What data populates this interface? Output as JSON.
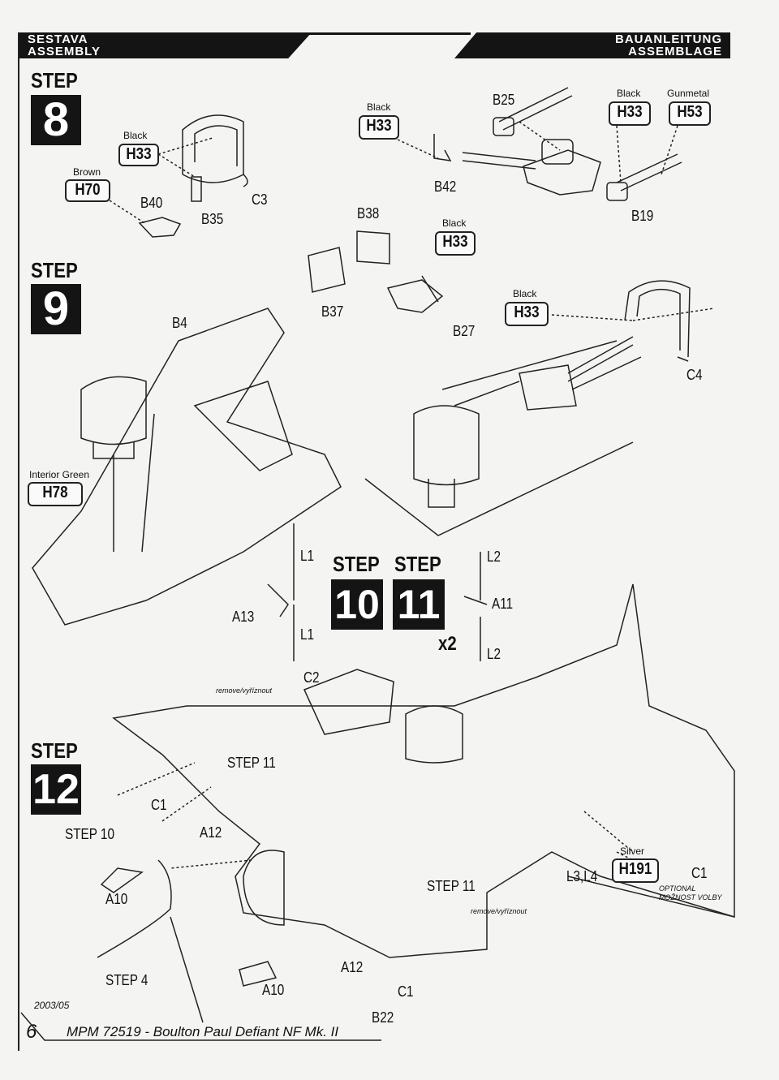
{
  "header": {
    "left_line1": "SESTAVA",
    "left_line2": "ASSEMBLY",
    "right_line1": "BAUANLEITUNG",
    "right_line2": "ASSEMBLAGE"
  },
  "steps": {
    "step8": {
      "label": "STEP",
      "number": "8"
    },
    "step9": {
      "label": "STEP",
      "number": "9"
    },
    "step10": {
      "label": "STEP",
      "number": "10"
    },
    "step11": {
      "label": "STEP",
      "number": "11"
    },
    "step12": {
      "label": "STEP",
      "number": "12"
    }
  },
  "colors": {
    "black_h33": {
      "name": "Black",
      "code": "H33"
    },
    "brown_h70": {
      "name": "Brown",
      "code": "H70"
    },
    "gunmetal_h53": {
      "name": "Gunmetal",
      "code": "H53"
    },
    "interior_green_h78": {
      "name": "Interior Green",
      "code": "H78"
    },
    "silver_h191": {
      "name": "Silver",
      "code": "H191"
    }
  },
  "parts": {
    "c3": "C3",
    "b35": "B35",
    "b40": "B40",
    "b25": "B25",
    "b42": "B42",
    "b19": "B19",
    "b38": "B38",
    "b37": "B37",
    "b27": "B27",
    "b4": "B4",
    "c4": "C4",
    "l1_top": "L1",
    "l1_bottom": "L1",
    "a13": "A13",
    "l2_top": "L2",
    "l2_bottom": "L2",
    "a11": "A11",
    "x2": "x2",
    "c2": "C2",
    "c1_left": "C1",
    "a12_left": "A12",
    "a10_left": "A10",
    "a10_bottom": "A10",
    "a12_bottom": "A12",
    "c1_bottom": "C1",
    "b22": "B22",
    "l3l4": "L3,L4",
    "c1_optional": "C1"
  },
  "refs": {
    "step11_top": "STEP 11",
    "step10": "STEP 10",
    "step11_mid": "STEP 11",
    "step4": "STEP 4"
  },
  "notes": {
    "remove_top": "remove/vyříznout",
    "remove_bottom": "remove/vyříznout",
    "optional_line1": "OPTIONAL",
    "optional_line2": "MOŽNOST VOLBY"
  },
  "footer": {
    "date": "2003/05",
    "page": "6",
    "title": "MPM 72519 - Boulton Paul Defiant NF Mk. II"
  }
}
